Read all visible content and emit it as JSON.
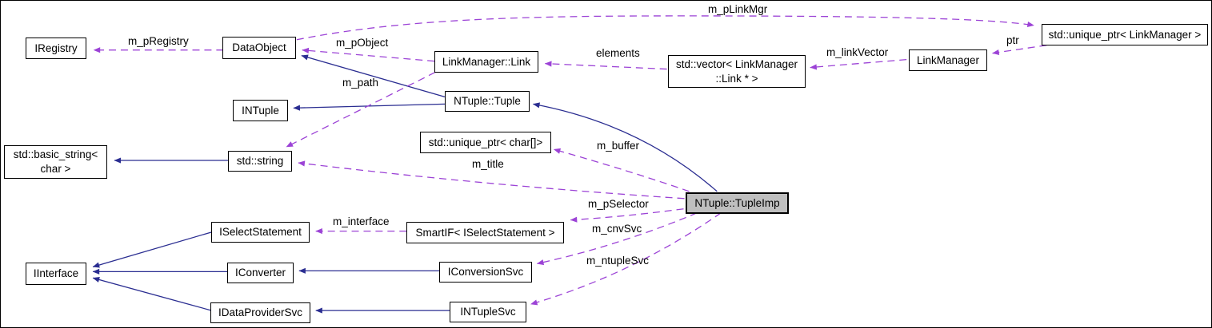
{
  "diagram": {
    "kind": "class-collaboration-graph",
    "colors": {
      "inheritance_edge": "#2a2d91",
      "usage_edge": "#9c43d6",
      "node_fill": "#ffffff",
      "node_border": "#000000",
      "highlighted_node_fill": "#bfbfbf",
      "background": "#ffffff"
    },
    "nodes": {
      "iregistry": {
        "label": "IRegistry"
      },
      "dataobject": {
        "label": "DataObject"
      },
      "unique_ptr_linkmanager": {
        "label": "std::unique_ptr< LinkManager >"
      },
      "linkmanager": {
        "label": "LinkManager"
      },
      "vector_links": {
        "lines": [
          "std::vector< LinkManager",
          "::Link * >"
        ]
      },
      "linkmanager_link": {
        "label": "LinkManager::Link"
      },
      "ntuple_tuple": {
        "label": "NTuple::Tuple"
      },
      "intuple": {
        "label": "INTuple"
      },
      "basic_string": {
        "lines": [
          "std::basic_string<",
          "char >"
        ]
      },
      "std_string": {
        "label": "std::string"
      },
      "unique_ptr_char": {
        "label": "std::unique_ptr< char[]>"
      },
      "ntuple_tupleimp": {
        "label": "NTuple::TupleImp"
      },
      "iselectstatement": {
        "label": "ISelectStatement"
      },
      "smartif_iselectstatement": {
        "label": "SmartIF< ISelectStatement >"
      },
      "iinterface": {
        "label": "IInterface"
      },
      "iconverter": {
        "label": "IConverter"
      },
      "iconversionsvc": {
        "label": "IConversionSvc"
      },
      "idataprovidersvc": {
        "label": "IDataProviderSvc"
      },
      "intuplesvc": {
        "label": "INTupleSvc"
      }
    },
    "edge_labels": {
      "m_pregistry": "m_pRegistry",
      "m_plinkmgr": "m_pLinkMgr",
      "ptr": "ptr",
      "m_linkvector": "m_linkVector",
      "elements": "elements",
      "m_pobject": "m_pObject",
      "m_path": "m_path",
      "m_buffer": "m_buffer",
      "m_title": "m_title",
      "m_pselector": "m_pSelector",
      "m_interface": "m_interface",
      "m_cnvsvc": "m_cnvSvc",
      "m_ntuplesvc": "m_ntupleSvc"
    }
  }
}
